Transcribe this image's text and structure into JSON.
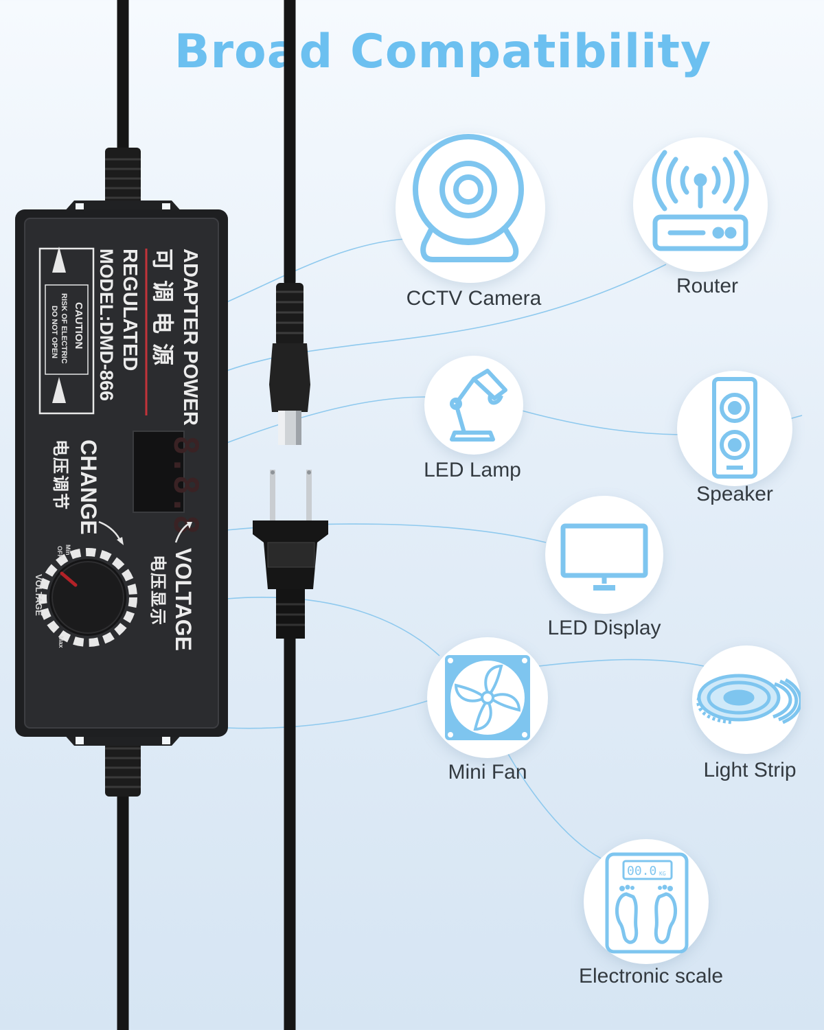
{
  "title": "Broad Compatibility",
  "colors": {
    "accent": "#6cc0f0",
    "icon": "#7ec5ef",
    "adapter": "#262729",
    "cable": "#141414"
  },
  "adapter": {
    "line1": "ADAPTER POWER",
    "line2_cn": "可调电源",
    "line3": "REGULATED",
    "line4": "MODEL:DMD-866",
    "caution_title": "CAUTION",
    "caution_line1": "RISK OF ELECTRIC",
    "caution_line2": "DO NOT OPEN",
    "display": "8.8.8",
    "change_label": "CHANGE",
    "change_cn": "电压调节",
    "voltage_label": "VOLTAGE",
    "voltage_cn": "电压显示",
    "dial_min": "Min",
    "dial_off": "OFF",
    "dial_max": "Max",
    "dial_caption": "VOLTAGE"
  },
  "devices": [
    {
      "name": "CCTV Camera",
      "icon": "cctv-camera-icon"
    },
    {
      "name": "Router",
      "icon": "router-icon"
    },
    {
      "name": "LED Lamp",
      "icon": "desk-lamp-icon"
    },
    {
      "name": "Speaker",
      "icon": "speaker-icon"
    },
    {
      "name": "LED Display",
      "icon": "monitor-icon"
    },
    {
      "name": "Mini Fan",
      "icon": "fan-icon"
    },
    {
      "name": "Light Strip",
      "icon": "light-strip-icon"
    },
    {
      "name": "Electronic scale",
      "icon": "scale-icon"
    }
  ],
  "scale_readout": "00.0",
  "scale_unit": "KG"
}
